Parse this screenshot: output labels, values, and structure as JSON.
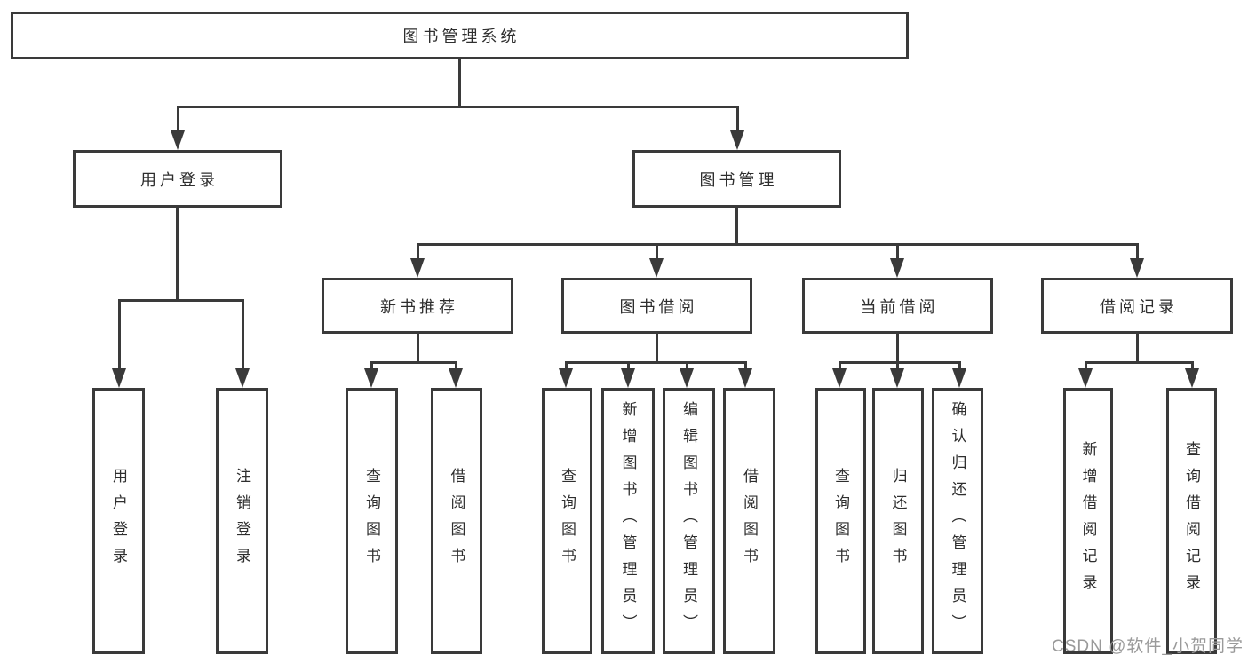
{
  "tree": {
    "root": {
      "label": "图书管理系统"
    },
    "branches": [
      {
        "label": "用户登录",
        "children": [
          {
            "label": "用户登录"
          },
          {
            "label": "注销登录"
          }
        ]
      },
      {
        "label": "图书管理",
        "children": [
          {
            "label": "新书推荐",
            "children": [
              {
                "label": "查询图书"
              },
              {
                "label": "借阅图书"
              }
            ]
          },
          {
            "label": "图书借阅",
            "children": [
              {
                "label": "查询图书"
              },
              {
                "label": "新增图书（管理员）"
              },
              {
                "label": "编辑图书（管理员）"
              },
              {
                "label": "借阅图书"
              }
            ]
          },
          {
            "label": "当前借阅",
            "children": [
              {
                "label": "查询图书"
              },
              {
                "label": "归还图书"
              },
              {
                "label": "确认归还（管理员）"
              }
            ]
          },
          {
            "label": "借阅记录",
            "children": [
              {
                "label": "新增借阅记录"
              },
              {
                "label": "查询借阅记录"
              }
            ]
          }
        ]
      }
    ]
  },
  "watermark": {
    "text": "CSDN @软件_小贺同学"
  },
  "colors": {
    "line": "#3a3a3a",
    "text": "#2e2e2e",
    "watermark": "#9a9a9a",
    "background": "#ffffff",
    "box_fill": "#ffffff"
  }
}
